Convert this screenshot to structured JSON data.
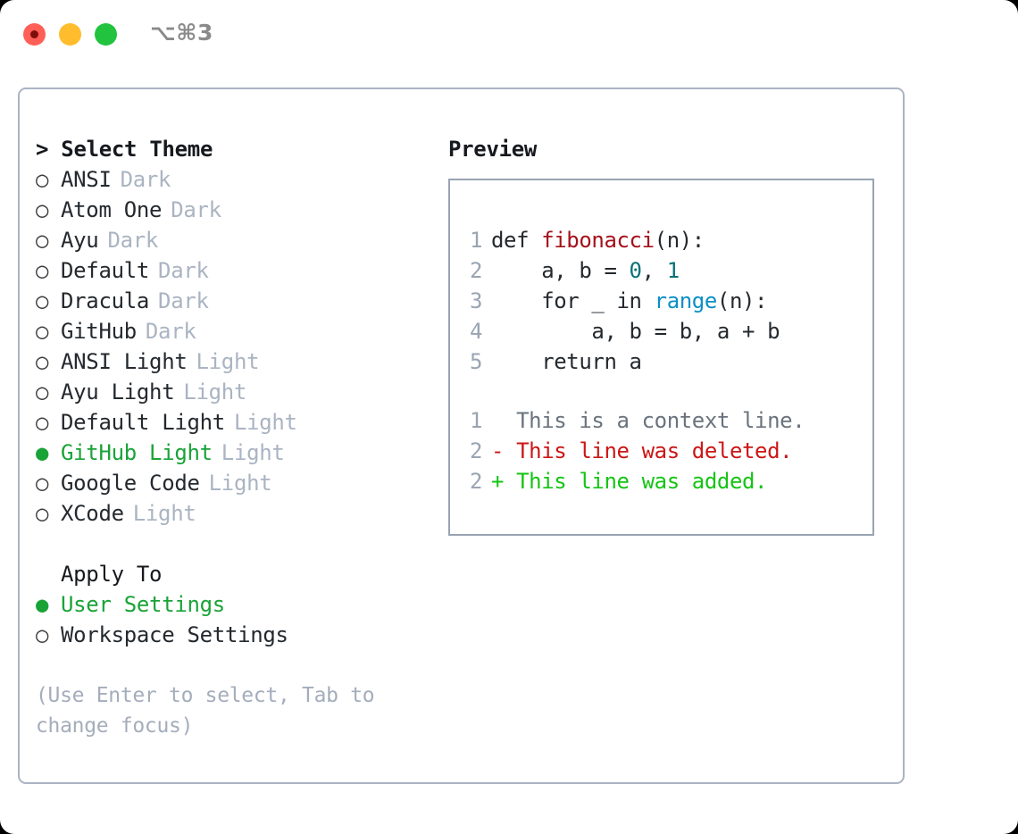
{
  "titlebar": {
    "shortcut": "⌥⌘3",
    "buttons": [
      "close",
      "minimize",
      "maximize"
    ]
  },
  "theme_list": {
    "header": "> Select Theme",
    "items": [
      {
        "marker": "○",
        "name": "ANSI",
        "variant": "Dark",
        "selected": false
      },
      {
        "marker": "○",
        "name": "Atom One",
        "variant": "Dark",
        "selected": false
      },
      {
        "marker": "○",
        "name": "Ayu",
        "variant": "Dark",
        "selected": false
      },
      {
        "marker": "○",
        "name": "Default",
        "variant": "Dark",
        "selected": false
      },
      {
        "marker": "○",
        "name": "Dracula",
        "variant": "Dark",
        "selected": false
      },
      {
        "marker": "○",
        "name": "GitHub",
        "variant": "Dark",
        "selected": false
      },
      {
        "marker": "○",
        "name": "ANSI Light",
        "variant": "Light",
        "selected": false
      },
      {
        "marker": "○",
        "name": "Ayu Light",
        "variant": "Light",
        "selected": false
      },
      {
        "marker": "○",
        "name": "Default Light",
        "variant": "Light",
        "selected": false
      },
      {
        "marker": "●",
        "name": "GitHub Light",
        "variant": "Light",
        "selected": true
      },
      {
        "marker": "○",
        "name": "Google Code",
        "variant": "Light",
        "selected": false
      },
      {
        "marker": "○",
        "name": "XCode",
        "variant": "Light",
        "selected": false
      }
    ]
  },
  "apply_to": {
    "header": "Apply To",
    "options": [
      {
        "marker": "●",
        "label": "User Settings",
        "selected": true
      },
      {
        "marker": "○",
        "label": "Workspace Settings",
        "selected": false
      }
    ]
  },
  "hint": "(Use Enter to select, Tab to change focus)",
  "preview": {
    "title": "Preview",
    "code_lines": [
      {
        "number": "1",
        "tokens": [
          {
            "text": "def ",
            "type": "plain"
          },
          {
            "text": "fibonacci",
            "type": "fn"
          },
          {
            "text": "(n):",
            "type": "plain"
          }
        ]
      },
      {
        "number": "2",
        "tokens": [
          {
            "text": "    a, b = ",
            "type": "plain"
          },
          {
            "text": "0",
            "type": "num"
          },
          {
            "text": ", ",
            "type": "plain"
          },
          {
            "text": "1",
            "type": "num"
          }
        ]
      },
      {
        "number": "3",
        "tokens": [
          {
            "text": "    for _ in ",
            "type": "plain"
          },
          {
            "text": "range",
            "type": "builtin"
          },
          {
            "text": "(n):",
            "type": "plain"
          }
        ]
      },
      {
        "number": "4",
        "tokens": [
          {
            "text": "        a, b = b, a + b",
            "type": "plain"
          }
        ]
      },
      {
        "number": "5",
        "tokens": [
          {
            "text": "    return a",
            "type": "plain"
          }
        ]
      }
    ],
    "diff_lines": [
      {
        "number": "1",
        "sign": "  ",
        "text": "This is a context line.",
        "kind": "ctx"
      },
      {
        "number": "2",
        "sign": "- ",
        "text": "This line was deleted.",
        "kind": "del"
      },
      {
        "number": "2",
        "sign": "+ ",
        "text": "This line was added.",
        "kind": "add"
      }
    ]
  },
  "colors": {
    "accent_green": "#19a337",
    "muted": "#aab4c2",
    "border": "#aab4c2",
    "code_function": "#a4111b",
    "code_number": "#067276",
    "code_builtin": "#0b8fc4",
    "diff_added": "#14c414",
    "diff_deleted": "#cc1616",
    "traffic_red": "#ff5f56",
    "traffic_yellow": "#ffbd2e",
    "traffic_green": "#22c33e"
  }
}
